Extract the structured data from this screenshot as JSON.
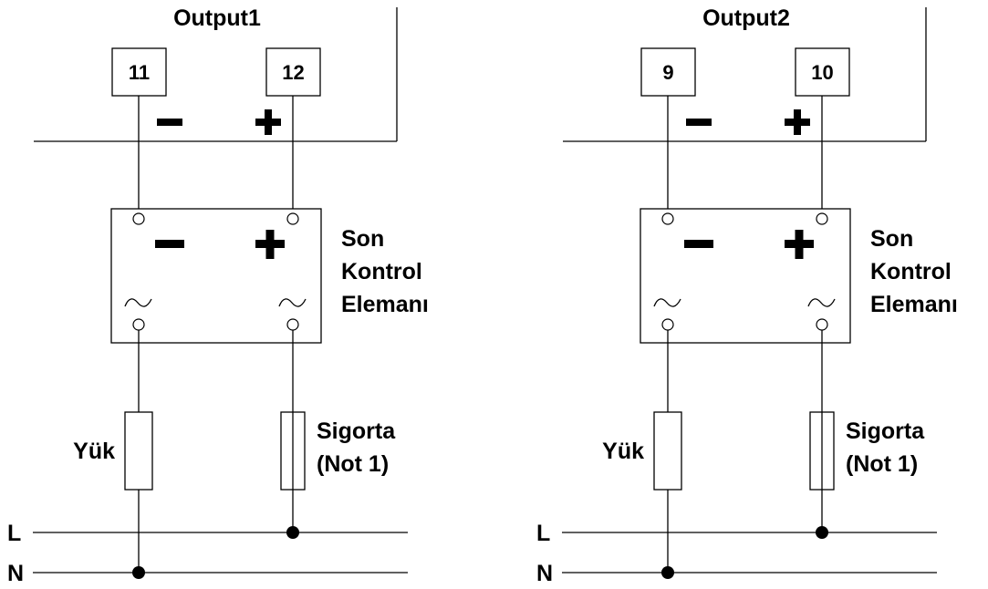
{
  "circuits": [
    {
      "output_label": "Output1",
      "terminal_left": "11",
      "terminal_right": "12",
      "controller_label_lines": [
        "Son",
        "Kontrol",
        "Elemanı"
      ],
      "load_label": "Yük",
      "fuse_label_lines": [
        "Sigorta",
        "(Not 1)"
      ],
      "line_label": "L",
      "neutral_label": "N"
    },
    {
      "output_label": "Output2",
      "terminal_left": "9",
      "terminal_right": "10",
      "controller_label_lines": [
        "Son",
        "Kontrol",
        "Elemanı"
      ],
      "load_label": "Yük",
      "fuse_label_lines": [
        "Sigorta",
        "(Not 1)"
      ],
      "line_label": "L",
      "neutral_label": "N"
    }
  ]
}
